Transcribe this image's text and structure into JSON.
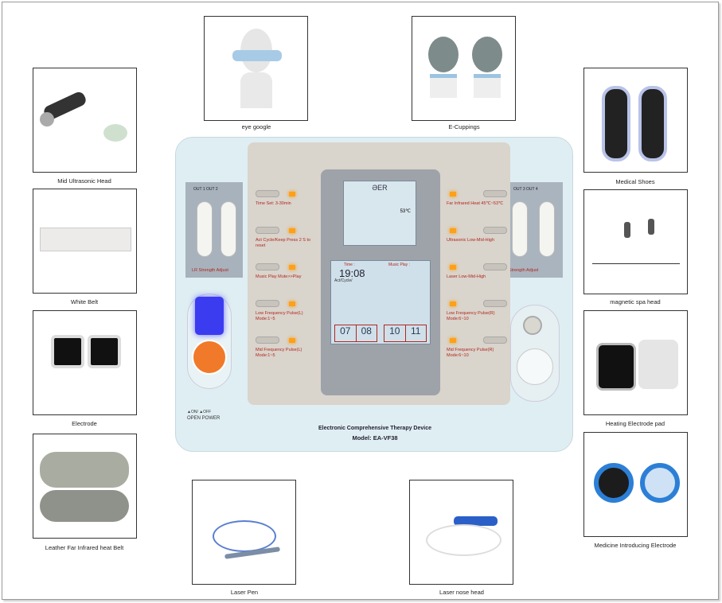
{
  "accessories": {
    "mid_ultrasonic_head": "Mid Ultrasonic Head",
    "white_belt": "White  Belt",
    "electrode": "Electrode",
    "leather_belt": "Leather Far Infrared heat Belt",
    "eye_google": "eye google",
    "e_cuppings": "E-Cuppings",
    "medical_shoes": "Medical Shoes",
    "magnetic_spa_head": "magnetic spa head",
    "heating_pad": "Heating Electrode pad",
    "medicine_electrode": "Medicine Introducing Electrode",
    "laser_pen": "Laser Pen",
    "laser_nose_head": "Laser nose head"
  },
  "device": {
    "title": "Electronic Comprehensive Therapy Device",
    "model": "Model: EA-VF38",
    "out_left": "OUT 1   OUT 2",
    "out_right": "OUT 3   OUT 4",
    "strength_left": "LR Strength Adjust",
    "strength_right": "Strength Adjust",
    "power": "▲ON/ ▲OFF",
    "power2": "OPEN POWER",
    "left_labels": [
      "Time Set: 3-30min",
      "Act Cycle/Keep Press 2 S to reset",
      "Music Play Mute>>Play",
      "Low Frequency Pulse(L) Mode:1~5",
      "Mid Frequency Pulse(L) Mode:1~5"
    ],
    "right_labels": [
      "Far Infrared Heat 45℃~53℃",
      "Ultrasonic Low-Mid-High",
      "Laser Low-Mid-High",
      "Low Frequency Pulse(R) Mode:6~10",
      "Mid Frequency Pulse(R) Mode:6~10"
    ],
    "screen_brand": "ƏER",
    "screen_temp": "53℃",
    "time_label": "Time :",
    "time": "19:08",
    "music_label": "Music Play :",
    "act_cycle": "Act/Cycle/",
    "outputs": [
      "07",
      "08",
      "10",
      "11"
    ]
  },
  "colors": {
    "label_red": "#b3261e",
    "led": "#ffa019",
    "power": "#f07a2a",
    "blue_light": "#3b3cf0"
  }
}
